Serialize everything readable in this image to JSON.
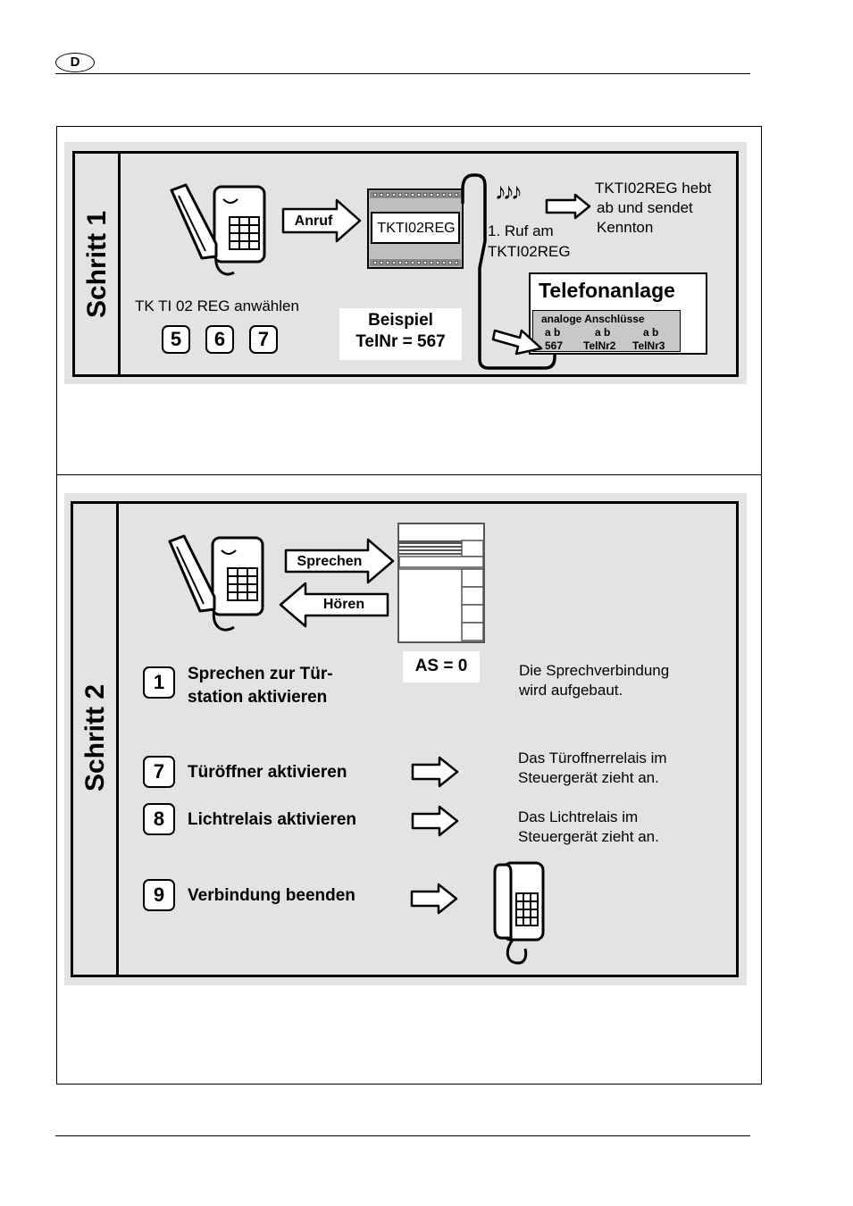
{
  "header": {
    "language_badge": "D"
  },
  "step1": {
    "title": "Schritt 1",
    "arrow_call_label": "Anruf",
    "device_label": "TKTI02REG",
    "dial_instruction": "TK TI 02 REG anwählen",
    "keys": [
      "5",
      "6",
      "7"
    ],
    "example_title": "Beispiel",
    "example_value": "TelNr = 567",
    "music_notes": "♪♪♪",
    "ring_line1": "1. Ruf am",
    "ring_line2": "TKTI02REG",
    "result_line1": "TKTI02REG hebt",
    "result_line2": "ab und sendet",
    "result_line3": "Kennton",
    "pbx_title": "Telefonanlage",
    "pbx_subtitle": "analoge Anschlüsse",
    "pbx_ports": [
      {
        "ab": "a b",
        "label": "567"
      },
      {
        "ab": "a b",
        "label": "TelNr2"
      },
      {
        "ab": "a b",
        "label": "TelNr3"
      }
    ]
  },
  "step2": {
    "title": "Schritt 2",
    "arrow_speak_label": "Sprechen",
    "arrow_listen_label": "Hören",
    "as_label": "AS = 0",
    "actions": [
      {
        "key": "1",
        "label_line1": "Sprechen zur Tür-",
        "label_line2": "station aktivieren",
        "result_line1": "Die Sprechverbindung",
        "result_line2": "wird aufgebaut."
      },
      {
        "key": "7",
        "label_line1": "Türöffner aktivieren",
        "label_line2": "",
        "result_line1": "Das Türoffnerrelais im",
        "result_line2": "Steuergerät zieht an."
      },
      {
        "key": "8",
        "label_line1": "Lichtrelais aktivieren",
        "label_line2": "",
        "result_line1": "Das Lichtrelais im",
        "result_line2": "Steuergerät zieht an."
      },
      {
        "key": "9",
        "label_line1": "Verbindung beenden",
        "label_line2": "",
        "result_line1": "",
        "result_line2": ""
      }
    ]
  },
  "colors": {
    "panel": "#e3e3e3",
    "device_gray": "#bfbfbf",
    "stripe_dark": "#555555"
  }
}
